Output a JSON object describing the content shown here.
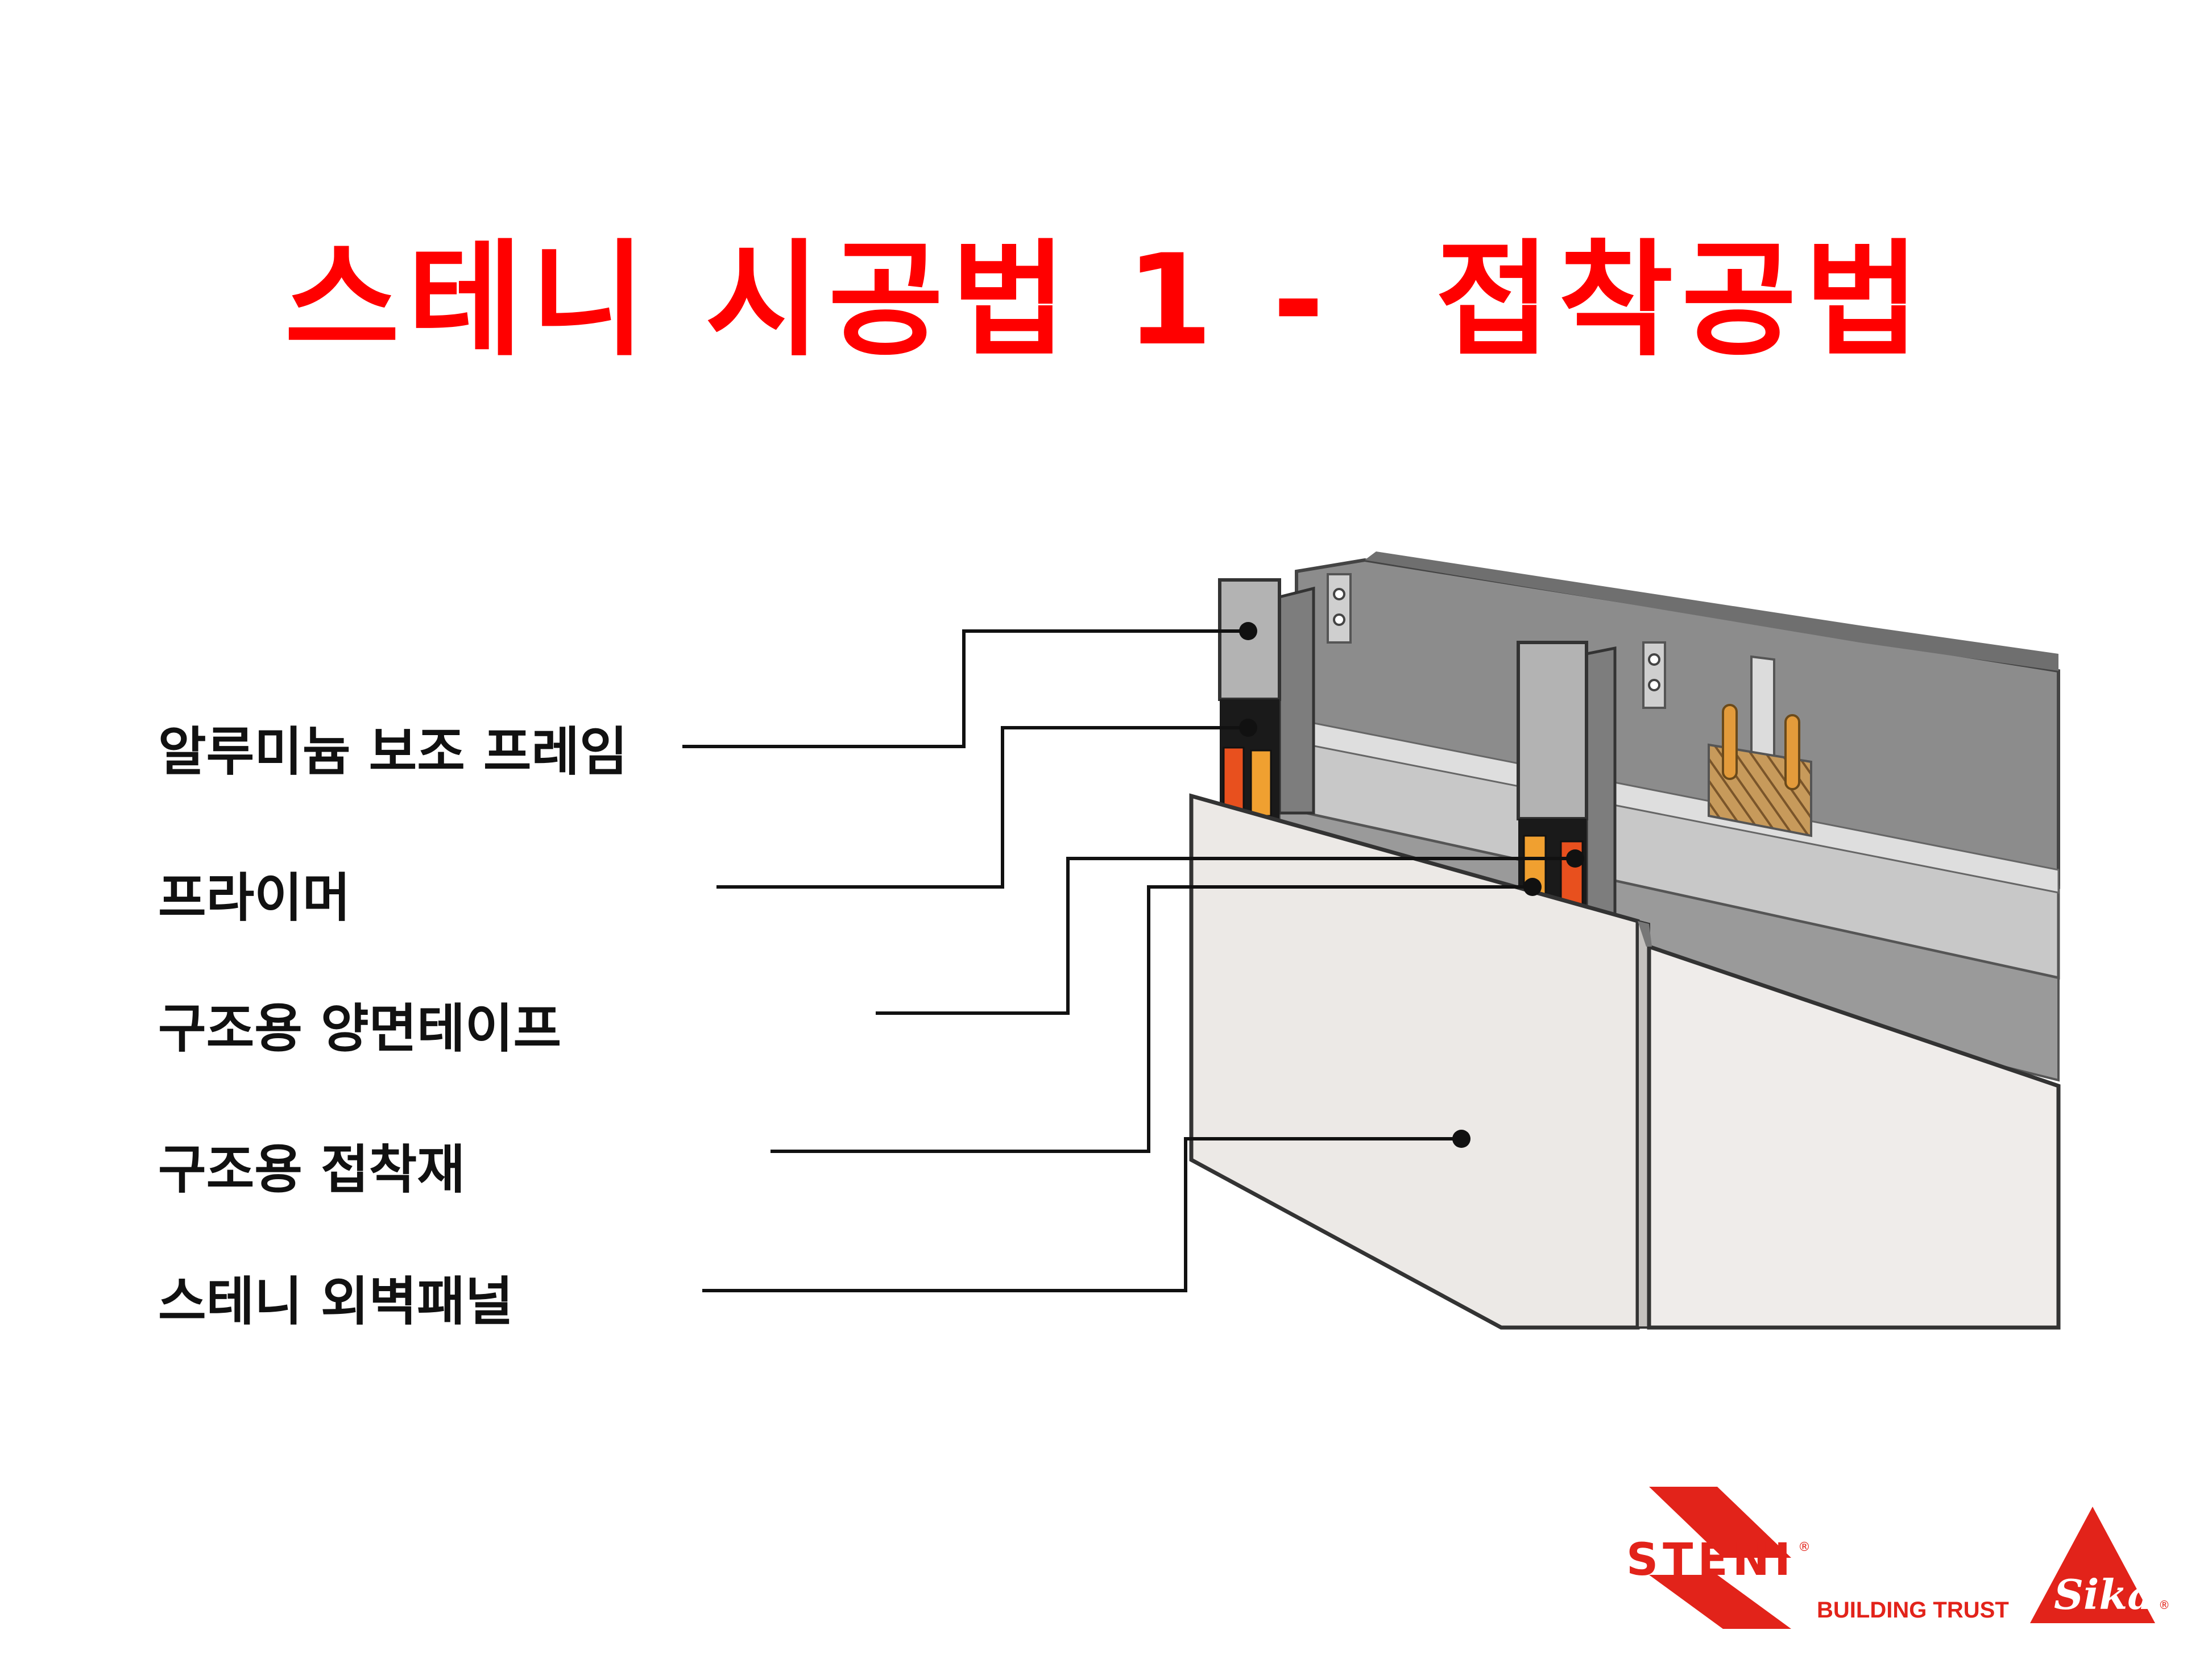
{
  "title": "스테니 시공법 1 -  접착공법",
  "callouts": [
    {
      "id": "aluminum-frame",
      "label": "알루미늄 보조 프레임"
    },
    {
      "id": "primer",
      "label": "프라이머"
    },
    {
      "id": "double-tape",
      "label": "구조용 양면테이프"
    },
    {
      "id": "adhesive",
      "label": "구조용 접착재"
    },
    {
      "id": "wall-panel",
      "label": "스테니 외벽패널"
    }
  ],
  "logos": {
    "steni": "STENI",
    "building_trust": "BUILDING TRUST",
    "sika": "Sika"
  },
  "colors": {
    "title": "#ff0000",
    "brand_red": "#e2231a",
    "tape_orange": "#f08a2a",
    "adhesive_red": "#e8501e",
    "frame_gray": "#a3a3a3",
    "panel": "#efedeb"
  }
}
